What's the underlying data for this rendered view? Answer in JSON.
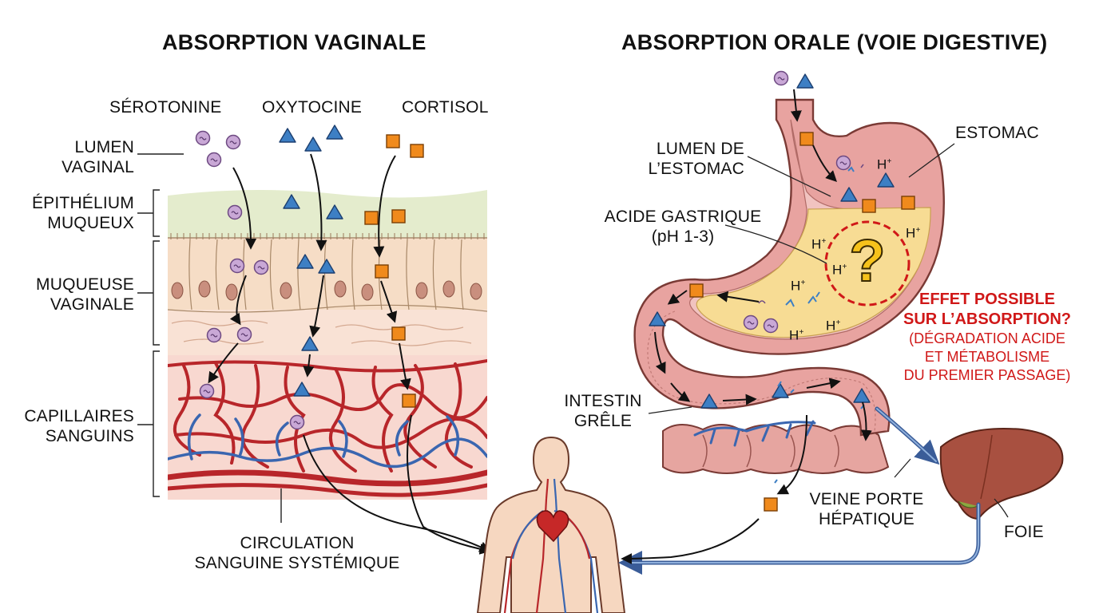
{
  "vaginal": {
    "title": "ABSORPTION VAGINALE",
    "hormones": {
      "serotonin": "SÉROTONINE",
      "oxytocin": "OXYTOCINE",
      "cortisol": "CORTISOL"
    },
    "layers": {
      "lumen": [
        "LUMEN",
        "VAGINAL"
      ],
      "epithelium": [
        "ÉPITHÉLIUM",
        "MUQUEUX"
      ],
      "mucosa": [
        "MUQUEUSE",
        "VAGINALE"
      ],
      "capillaries": [
        "CAPILLAIRES",
        "SANGUINS"
      ]
    },
    "circulation": [
      "CIRCULATION",
      "SANGUINE SYSTÉMIQUE"
    ]
  },
  "oral": {
    "title": "ABSORPTION ORALE (VOIE DIGESTIVE)",
    "stomach": "ESTOMAC",
    "stomach_lumen": [
      "LUMEN DE",
      "L’ESTOMAC"
    ],
    "gastric_acid": [
      "ACIDE GASTRIQUE",
      "(pH 1-3)"
    ],
    "small_intestine": [
      "INTESTIN",
      "GRÊLE"
    ],
    "portal_vein": [
      "VEINE PORTE",
      "HÉPATIQUE"
    ],
    "liver": "FOIE",
    "proton": "H",
    "question_mark": "?",
    "warning": {
      "heading": [
        "EFFET POSSIBLE",
        "SUR L’ABSORPTION?"
      ],
      "detail": [
        "(DÉGRADATION ACIDE",
        "ET MÉTABOLISME",
        "DU PREMIER PASSAGE)"
      ]
    }
  },
  "colors": {
    "serotonin": "#c9a8d6",
    "oxytocin": "#3d7fc4",
    "cortisol": "#f08a1c",
    "artery": "#b8262a",
    "vein": "#3a66b0",
    "epithelium": "#e4eccd",
    "mucosa": "#f5d9c0",
    "stomach": "#e8a3a0",
    "acid": "#f7dc94",
    "liver": "#a85040",
    "warning": "#d01818"
  },
  "icons": [
    "serotonin-molecule-icon",
    "oxytocin-molecule-icon",
    "cortisol-molecule-icon",
    "heart-icon",
    "human-body-icon",
    "liver-icon",
    "question-icon"
  ]
}
